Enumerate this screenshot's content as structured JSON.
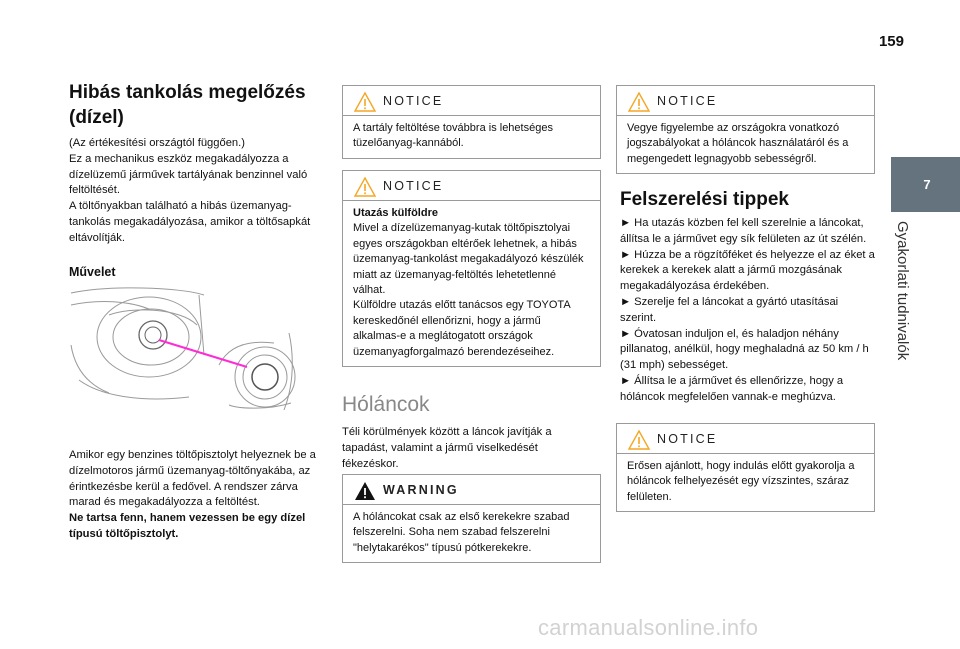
{
  "page": {
    "number": "159"
  },
  "side_tab": {
    "chapter": "7",
    "label": "Gyakorlati tudnivalók",
    "color": "#65737e"
  },
  "col1": {
    "title": "Hibás tankolás megelőzés (dízel)",
    "paragraphs": [
      "(Az értékesítési országtól függően.)",
      "Ez a mechanikus eszköz megakadályozza a dízelüzemű járművek tartályának benzinnel való feltöltését.",
      "A töltőnyakban található a hibás üzemanyag-tankolás megakadályozása, amikor a töltősapkát eltávolítják."
    ],
    "subheading": "Művelet",
    "after_text": "Amikor egy benzines töltőpisztolyt helyeznek be a dízelmotoros jármű üzemanyag-töltőnyakába, az érintkezésbe kerül a fedővel. A rendszer zárva marad és megakadályozza a feltöltést.",
    "after_bold": "Ne tartsa fenn, hanem vezessen be egy dízel típusú töltőpisztolyt."
  },
  "notices": {
    "n1": {
      "label": "NOTICE",
      "text": "A tartály feltöltése továbbra is lehetséges tüzelőanyag-kannából."
    },
    "n2": {
      "label": "NOTICE",
      "bold": "Utazás külföldre",
      "text1": "Mivel a dízelüzemanyag-kutak töltőpisztolyai egyes országokban eltérőek lehetnek, a hibás üzemanyag-tankolást megakadályozó készülék miatt az üzemanyag-feltöltés lehetetlenné válhat.",
      "text2": "Külföldre utazás előtt tanácsos egy TOYOTA kereskedőnél ellenőrizni, hogy a jármű alkalmas-e a meglátogatott országok üzemanyagforgalmazó berendezéseihez."
    },
    "warning": {
      "label": "WARNING",
      "text": "A hóláncokat csak az első kerekekre szabad felszerelni. Soha nem szabad felszerelni \"helytakarékos\" típusú pótkerekekre."
    },
    "n3": {
      "label": "NOTICE",
      "text": "Vegye figyelembe az országokra vonatkozó jogszabályokat a hóláncok használatáról és a megengedett legnagyobb sebességről."
    },
    "n4": {
      "label": "NOTICE",
      "text": "Erősen ajánlott, hogy indulás előtt gyakorolja a hóláncok felhelyezését egy vízszintes, száraz felületen."
    }
  },
  "col2": {
    "heading": "Hóláncok",
    "text": "Téli körülmények között a láncok javítják a tapadást, valamint a jármű viselkedését fékezéskor."
  },
  "col3": {
    "heading": "Felszerelési tippek",
    "steps": [
      "► Ha utazás közben fel kell szerelnie a láncokat, állítsa le a járművet egy sík felületen az út szélén.",
      "► Húzza be a rögzítőféket és helyezze el az éket a kerekek a kerekek alatt a jármű mozgásának megakadályozása érdekében.",
      "► Szerelje fel a láncokat a gyártó utasításai szerint.",
      "► Óvatosan induljon el, és haladjon néhány pillanatog, anélkül, hogy meghaladná az 50 km / h (31 mph) sebességet.",
      "► Állítsa le a járművet és ellenőrizze, hogy a hóláncok megfelelően vannak-e meghúzva."
    ]
  },
  "watermark": "carmanualsonline.info",
  "colors": {
    "notice_icon": "#f5a623",
    "warning_icon": "#111111",
    "pointer_line": "#ff2bd6"
  }
}
